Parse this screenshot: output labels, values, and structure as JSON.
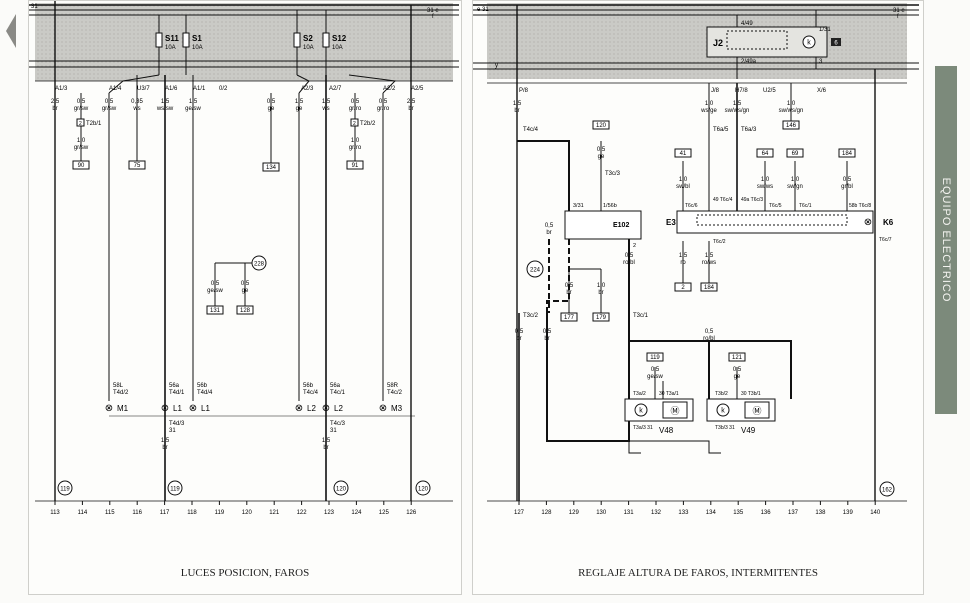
{
  "left": {
    "caption": "LUCES POSICION, FAROS",
    "top_labels": [
      "31",
      "31 e",
      "f"
    ],
    "fuses": [
      {
        "name": "S11",
        "amps": "10A"
      },
      {
        "name": "S1",
        "amps": "10A"
      },
      {
        "name": "S2",
        "amps": "10A"
      },
      {
        "name": "S12",
        "amps": "10A"
      }
    ],
    "connectors": [
      "A1/3",
      "A1/4",
      "U3/7",
      "A1/6",
      "A1/1",
      "0/2",
      "A2/3",
      "A2/7",
      "A2/2",
      "A2/5"
    ],
    "wires": [
      {
        "size": "2,5",
        "color": "br"
      },
      {
        "size": "0,5",
        "color": "gr/sw"
      },
      {
        "size": "0,5",
        "color": "gr/sw"
      },
      {
        "size": "0,35",
        "color": "ws"
      },
      {
        "size": "1,5",
        "color": "ws/sw"
      },
      {
        "size": "1,5",
        "color": "ge/sw"
      },
      {
        "size": "0,5",
        "color": "ge"
      },
      {
        "size": "1,5",
        "color": "ge"
      },
      {
        "size": "1,5",
        "color": "ws"
      },
      {
        "size": "0,5",
        "color": "gr/ro"
      },
      {
        "size": "0,5",
        "color": "gr/ro"
      },
      {
        "size": "2,5",
        "color": "br"
      }
    ],
    "sub_wires": [
      {
        "conn": "T2b/1",
        "size": "1,0",
        "color": "gr/sw",
        "ref": "90"
      },
      {
        "conn": "T2b/2",
        "size": "1,0",
        "color": "gr/ro",
        "ref": "91"
      }
    ],
    "refs": [
      "75",
      "134"
    ],
    "ground_circle": "228",
    "ground_wires": [
      {
        "size": "0,5",
        "color": "ge/sw",
        "ref": "131"
      },
      {
        "size": "0,5",
        "color": "ge",
        "ref": "128"
      }
    ],
    "bulb_terms": [
      {
        "pin": "58L",
        "conn": "T4d/2",
        "label": "M1"
      },
      {
        "pin": "56a",
        "conn": "T4d/1",
        "label": "L1"
      },
      {
        "pin": "56b",
        "conn": "T4d/4",
        "label": "L1"
      },
      {
        "pin": "56b",
        "conn": "T4c/4",
        "label": "L2"
      },
      {
        "pin": "56a",
        "conn": "T4c/1",
        "label": "L2"
      },
      {
        "pin": "58R",
        "conn": "T4c/2",
        "label": "M3"
      }
    ],
    "lower_conns": [
      {
        "conn": "T4d/3",
        "pin": "31",
        "size": "1,5",
        "color": "br"
      },
      {
        "conn": "T4c/3",
        "pin": "31",
        "size": "1,5",
        "color": "br"
      }
    ],
    "circles": [
      "119",
      "119",
      "120",
      "120"
    ],
    "numbers": [
      "113",
      "114",
      "115",
      "116",
      "117",
      "118",
      "119",
      "120",
      "121",
      "122",
      "123",
      "124",
      "125",
      "126"
    ]
  },
  "right": {
    "caption": "REGLAJE ALTURA DE FAROS, INTERMITENTES",
    "top_labels": [
      "e 31",
      "31 e",
      "f",
      "y"
    ],
    "relay": {
      "name": "J2",
      "top": "4/49",
      "bottom": "2/49a",
      "pin1": "1/31",
      "pin3": "3",
      "badge": "6",
      "k": "k"
    },
    "connectors": [
      "P/8",
      "J/8",
      "H7/8",
      "U2/5",
      "X/6"
    ],
    "wires_top": [
      {
        "size": "1,5",
        "color": "br"
      },
      {
        "size": "1,0",
        "color": "ws/ge"
      },
      {
        "size": "1,5",
        "color": "sw/ws/gn"
      },
      {
        "size": "1,0",
        "color": "sw/ws/gn"
      }
    ],
    "refs_top": [
      "120",
      "41",
      "64",
      "69",
      "184",
      "146"
    ],
    "conns": [
      "T4c/4",
      "T6a/5",
      "T6a/3",
      "T3c/3",
      "T3c/2",
      "T3c/1"
    ],
    "e102": {
      "label": "E102",
      "pins": [
        "3/31",
        "1/56b",
        "2"
      ]
    },
    "e3_k6": {
      "e": "E3",
      "k": "K6",
      "pins": [
        "49 T6c/4",
        "49a T6c/3",
        "T6c/5",
        "T6c/1",
        "T6c/6",
        "58b T6c/8",
        "T6c/2",
        "T6c/7"
      ]
    },
    "wires_mid": [
      {
        "size": "1,0",
        "color": "sw/bl"
      },
      {
        "size": "1,0",
        "color": "sw/ws"
      },
      {
        "size": "1,0",
        "color": "sw/gn"
      },
      {
        "size": "0,5",
        "color": "gr/bl"
      },
      {
        "size": "1,5",
        "color": "ro"
      },
      {
        "size": "1,5",
        "color": "ro/ws"
      },
      {
        "size": "0,5",
        "color": "ro/bl"
      },
      {
        "size": "0,5",
        "color": "br"
      },
      {
        "size": "0,5",
        "color": "ge"
      },
      {
        "size": "0,5",
        "color": "br"
      },
      {
        "size": "1,0",
        "color": "br"
      },
      {
        "size": "0,5",
        "color": "ro/bl"
      },
      {
        "size": "0,5",
        "color": "br"
      },
      {
        "size": "0,5",
        "color": "br"
      }
    ],
    "ground_circle": "224",
    "refs_mid": [
      "2",
      "184",
      "177",
      "179",
      "119",
      "121"
    ],
    "motors": [
      {
        "label": "V48",
        "pins": [
          "T3a/2",
          "30 T3a/1",
          "T3a/3 31"
        ],
        "wire": {
          "size": "0,5",
          "color": "ge/sw"
        }
      },
      {
        "label": "V49",
        "pins": [
          "T3b/2",
          "30 T3b/1",
          "T3b/3 31"
        ],
        "wire": {
          "size": "0,5",
          "color": "ge"
        }
      }
    ],
    "circle": "162",
    "numbers": [
      "127",
      "128",
      "129",
      "130",
      "131",
      "132",
      "133",
      "134",
      "135",
      "136",
      "137",
      "138",
      "139",
      "140"
    ]
  },
  "side_tab": "EQUIPO ELECTRICO",
  "colors": {
    "panel": "#c9c9c5",
    "line": "#1a1a1a",
    "tab": "#7c8a7b"
  }
}
